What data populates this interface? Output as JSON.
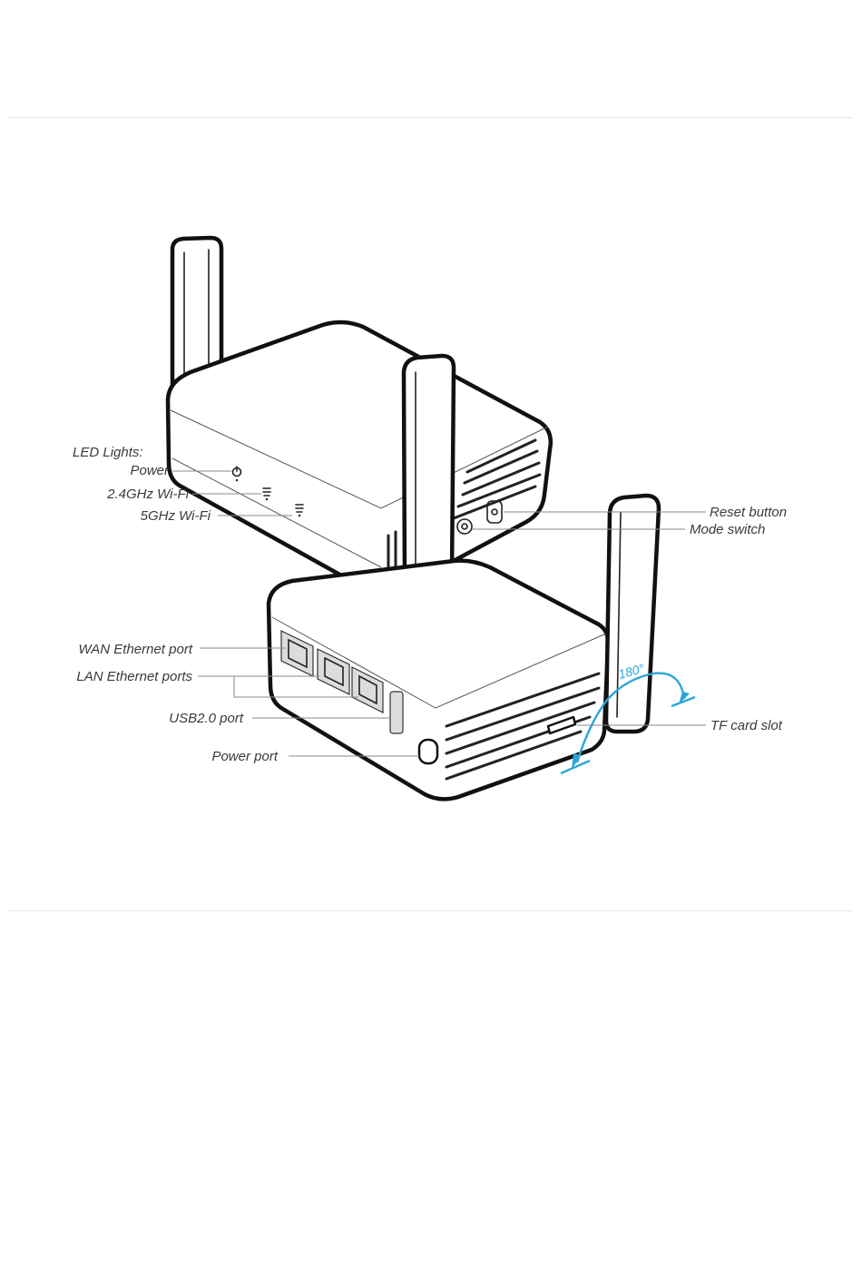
{
  "labels": {
    "led_lights": "LED Lights:",
    "power": "Power",
    "wifi_24": "2.4GHz Wi-Fi",
    "wifi_5": "5GHz Wi-Fi",
    "reset_button": "Reset button",
    "mode_switch": "Mode switch",
    "wan_port": "WAN Ethernet port",
    "lan_ports": "LAN Ethernet ports",
    "usb_port": "USB2.0 port",
    "power_port": "Power port",
    "tf_slot": "TF card slot",
    "rotation": "180°"
  },
  "colors": {
    "outline": "#111111",
    "label_text": "#3a3a3a",
    "leader_line": "#8a8a8a",
    "rotation_accent": "#2aa6d8",
    "divider": "#e6e6e6"
  },
  "icons": [
    "power-led-icon",
    "wifi-24-led-icon",
    "wifi-5-led-icon",
    "rotation-arrow-icon"
  ]
}
